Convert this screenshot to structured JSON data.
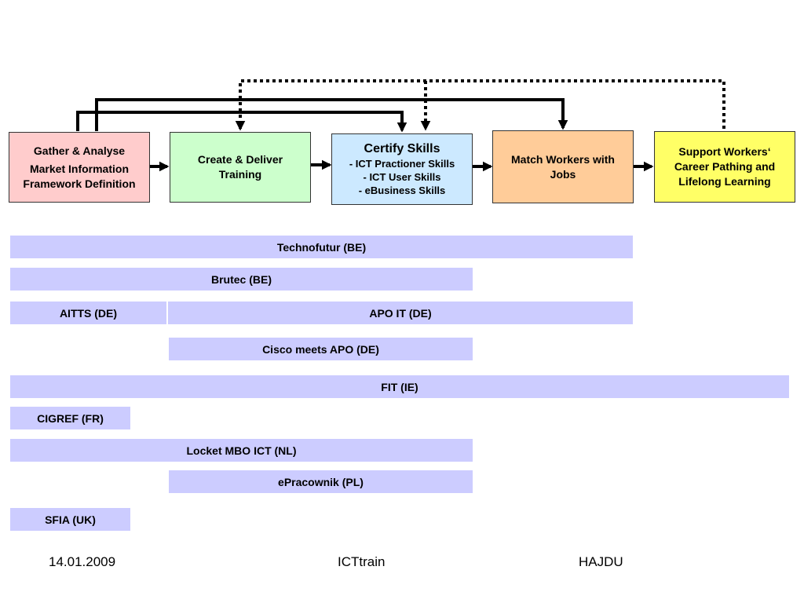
{
  "process": {
    "step1": {
      "line1": "Gather & Analyse",
      "line2": "Market Information",
      "line3": "Framework Definition",
      "color": "#ffcccc"
    },
    "step2": {
      "line1": "Create & Deliver",
      "line2": "Training",
      "color": "#ccffcc"
    },
    "step3": {
      "title": "Certify Skills",
      "item1": "- ICT Practioner Skills",
      "item2": "- ICT User Skills",
      "item3": "- eBusiness Skills",
      "color": "#cce9ff"
    },
    "step4": {
      "line1": "Match Workers with",
      "line2": "Jobs",
      "color": "#ffcc99"
    },
    "step5": {
      "line1": "Support Workers‘",
      "line2": "Career Pathing and",
      "line3": "Lifelong Learning",
      "color": "#ffff66"
    }
  },
  "initiatives": [
    {
      "label": "Technofutur (BE)"
    },
    {
      "label": "Brutec (BE)"
    },
    {
      "label": "AITTS (DE)"
    },
    {
      "label": "APO IT (DE)"
    },
    {
      "label": "Cisco meets APO (DE)"
    },
    {
      "label": "FIT (IE)"
    },
    {
      "label": "CIGREF (FR)"
    },
    {
      "label": "Locket MBO ICT (NL)"
    },
    {
      "label": "ePracownik (PL)"
    },
    {
      "label": "SFIA (UK)"
    }
  ],
  "footer": {
    "date": "14.01.2009",
    "project": "ICTtrain",
    "author": "HAJDU"
  },
  "colors": {
    "bar": "#ccccff",
    "line": "#000000"
  }
}
